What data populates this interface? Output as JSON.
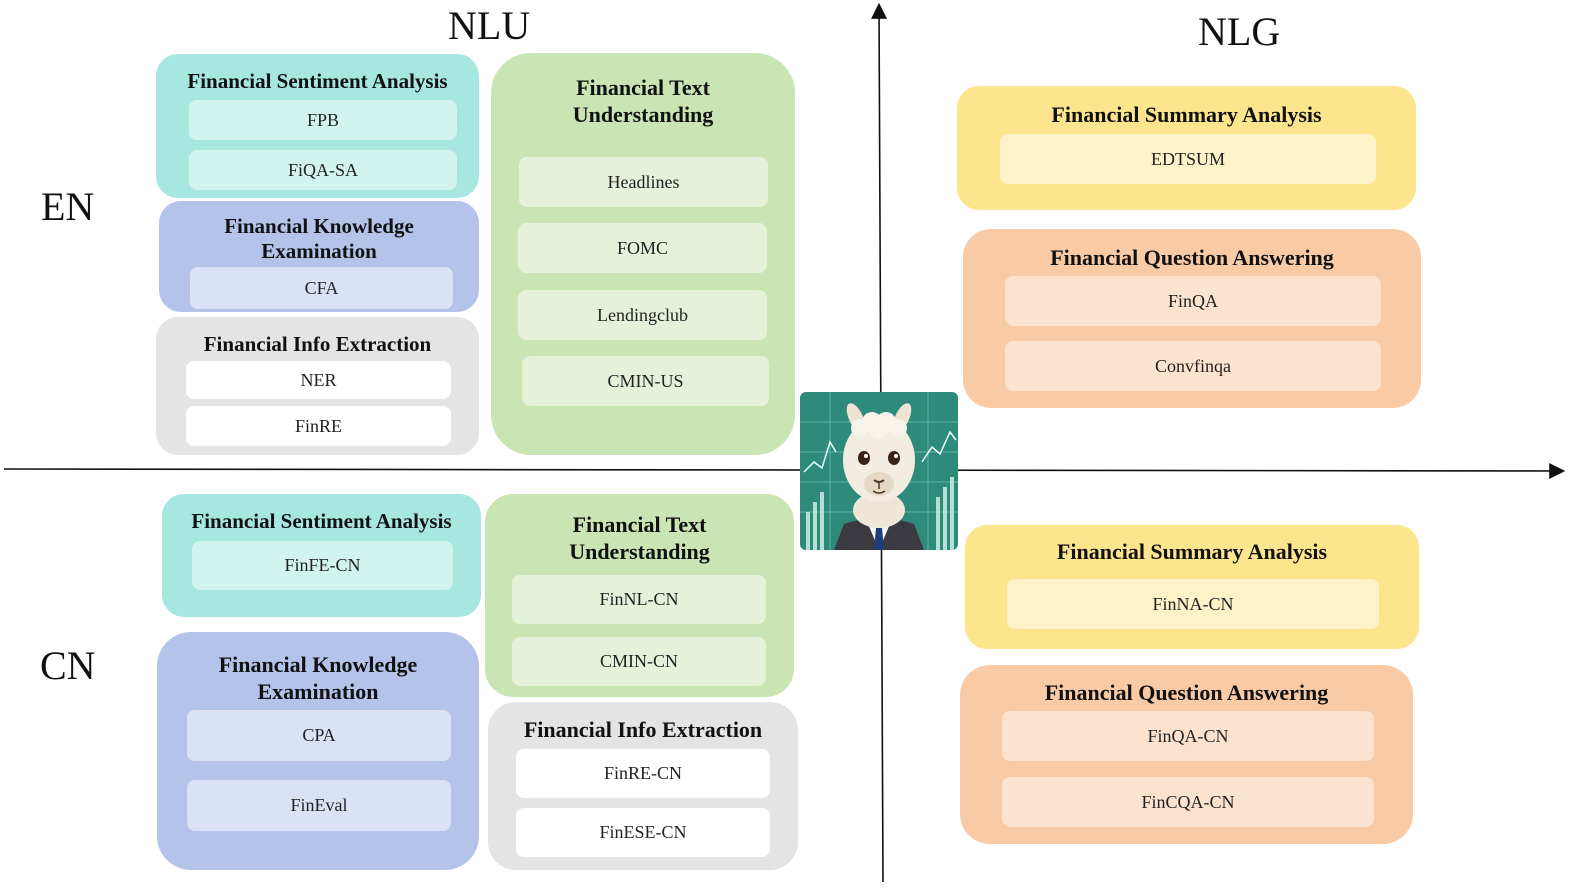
{
  "axes": {
    "top_left": "NLU",
    "top_right": "NLG",
    "left_top": "EN",
    "left_bottom": "CN"
  },
  "colors": {
    "teal": "#a6e8e0",
    "blue": "#b4c3ea",
    "gray": "#e4e4e4",
    "green": "#c9e5b3",
    "yellow": "#fde58d",
    "orange": "#f8cba6"
  },
  "logo": {
    "icon": "alpaca-mascot-icon"
  },
  "en_nlu": {
    "sentiment": {
      "title": "Financial Sentiment Analysis",
      "items": [
        "FPB",
        "FiQA-SA"
      ]
    },
    "knowledge": {
      "title_line1": "Financial Knowledge",
      "title_line2": "Examination",
      "items": [
        "CFA"
      ]
    },
    "extraction": {
      "title": "Financial Info Extraction",
      "items": [
        "NER",
        "FinRE"
      ]
    },
    "text": {
      "title_line1": "Financial Text",
      "title_line2": "Understanding",
      "items": [
        "Headlines",
        "FOMC",
        "Lendingclub",
        "CMIN-US"
      ]
    }
  },
  "en_nlg": {
    "summary": {
      "title": "Financial Summary Analysis",
      "items": [
        "EDTSUM"
      ]
    },
    "qa": {
      "title": "Financial Question Answering",
      "items": [
        "FinQA",
        "Convfinqa"
      ]
    }
  },
  "cn_nlu": {
    "sentiment": {
      "title": "Financial Sentiment Analysis",
      "items": [
        "FinFE-CN"
      ]
    },
    "knowledge": {
      "title_line1": "Financial Knowledge",
      "title_line2": "Examination",
      "items": [
        "CPA",
        "FinEval"
      ]
    },
    "text": {
      "title_line1": "Financial Text",
      "title_line2": "Understanding",
      "items": [
        "FinNL-CN",
        "CMIN-CN"
      ]
    },
    "extraction": {
      "title": "Financial Info Extraction",
      "items": [
        "FinRE-CN",
        "FinESE-CN"
      ]
    }
  },
  "cn_nlg": {
    "summary": {
      "title": "Financial Summary Analysis",
      "items": [
        "FinNA-CN"
      ]
    },
    "qa": {
      "title": "Financial Question Answering",
      "items": [
        "FinQA-CN",
        "FinCQA-CN"
      ]
    }
  }
}
